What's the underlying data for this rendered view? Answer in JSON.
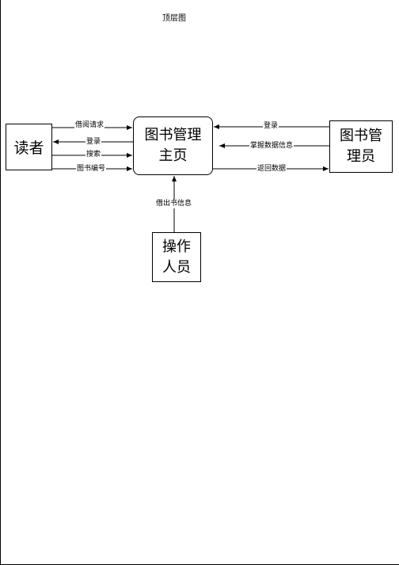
{
  "page": {
    "title": "顶层图"
  },
  "entities": {
    "reader": "读者",
    "main_page": "图书管理主页",
    "admin": "图书管理员",
    "operator": "操作人员"
  },
  "flows": {
    "borrow_request": "借阅请求",
    "reader_login": "登录",
    "search": "搜索",
    "book_number": "图书编号",
    "admin_login": "登录",
    "manage_data": "掌握数据信息",
    "return_data": "返回数据",
    "lend_info": "借出书信息"
  }
}
